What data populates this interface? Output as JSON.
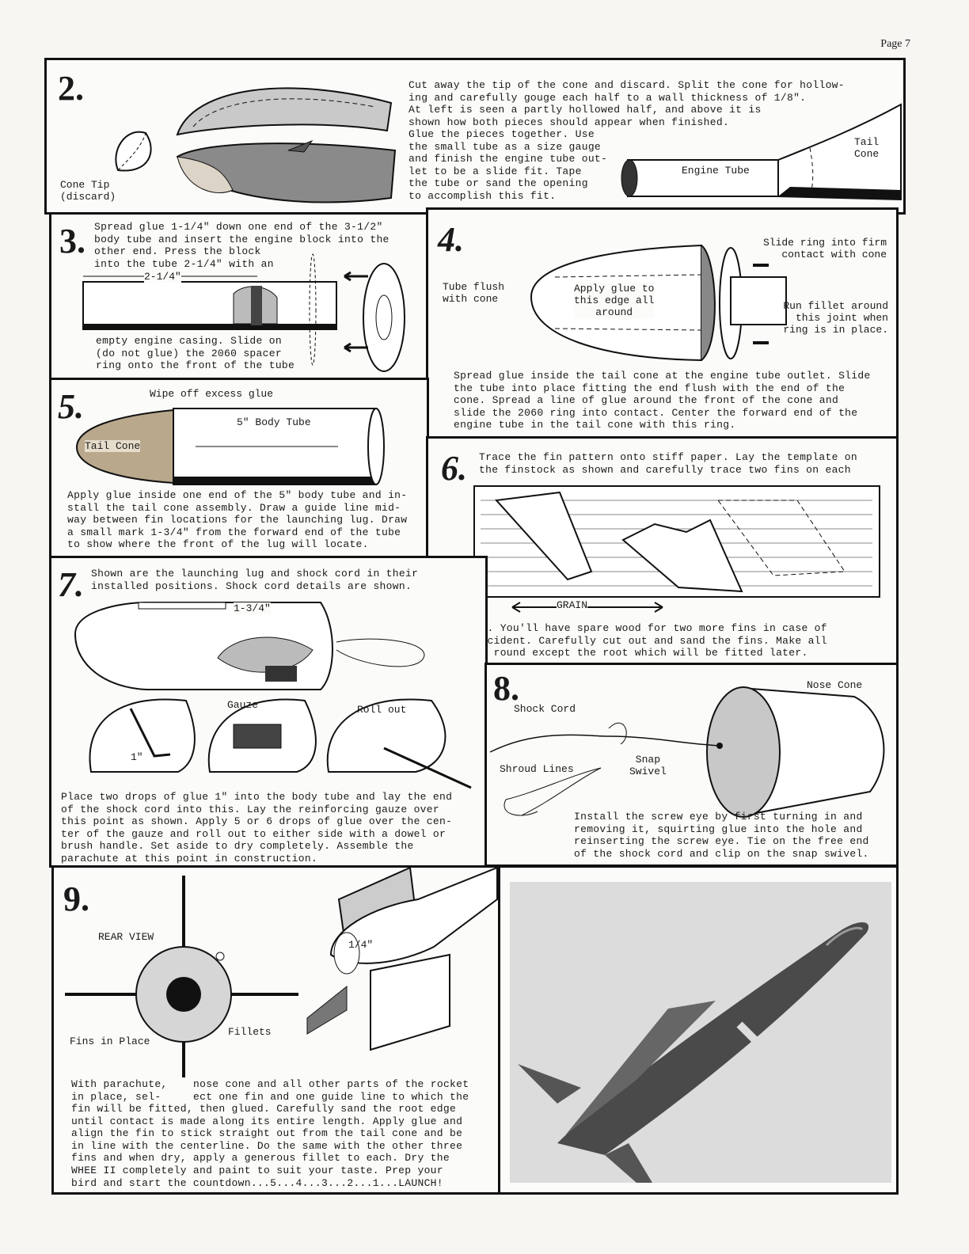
{
  "page": {
    "number": "Page 7"
  },
  "step2": {
    "number": "2.",
    "text": "Cut away the tip of the cone and discard.  Split the cone for hollow-\ning and carefully gouge each half to a wall thickness of 1/8\".\nAt left is seen a partly hollowed half, and above it is\nshown how both pieces should appear when finished.",
    "text2": "Glue the pieces together. Use\nthe small tube as a size gauge\nand finish the engine tube out-\nlet to be a slide fit.  Tape\nthe tube or sand the opening\nto accomplish this fit.",
    "cone_tip_label": "Cone Tip\n(discard)",
    "engine_tube_label": "Engine Tube",
    "tail_cone_label": "Tail\nCone"
  },
  "step3": {
    "number": "3.",
    "text": "Spread glue 1-1/4\" down one end of the 3-1/2\"\nbody tube and insert the engine block into the\nother end.  Press the block\ninto the tube 2-1/4\" with an",
    "text2": "empty engine casing.  Slide on\n(do not glue) the 2060 spacer\nring onto the front of the tube",
    "dim_label": "2-1/4\""
  },
  "step4": {
    "number": "4.",
    "slide_ring_label": "Slide ring into firm\ncontact with cone",
    "tube_flush_label": "Tube flush\nwith cone",
    "apply_glue_label": "Apply glue to\nthis edge all\naround",
    "run_fillet_label": "Run fillet around\nthis joint when\nring is in place.",
    "text": "Spread glue inside the tail cone at the engine tube outlet.  Slide\nthe tube into place fitting the end flush with the end of the\ncone.  Spread a line of glue around the front of the cone and\nslide the 2060 ring into contact.  Center the forward end of the\nengine tube in the tail cone with this ring."
  },
  "step5": {
    "number": "5.",
    "wipe_label": "Wipe off excess glue",
    "body_tube_label": "5\" Body Tube",
    "tail_cone_label": "Tail Cone",
    "text": "Apply glue inside one end of the 5\" body tube and in-\nstall the tail cone assembly.  Draw a guide line mid-\nway between fin locations for the launching lug.  Draw\na small mark 1-3/4\" from the forward end of the tube\nto show where the front of the lug will locate."
  },
  "step6": {
    "number": "6.",
    "text": "Trace the fin pattern onto stiff paper.  Lay the template on\nthe finstock as shown and carefully trace two fins on each",
    "grain_label": "GRAIN",
    "text2": "piece.  You'll have spare wood for two more fins in case of\nan accident.  Carefully cut out and sand the fins.  Make all\nedges round except the root which will be fitted later."
  },
  "step7": {
    "number": "7.",
    "text": "Shown are the launching lug and shock cord in their\ninstalled positions.  Shock cord details are shown.",
    "lug_dim": "1-3/4\"",
    "gauze_label": "Gauze",
    "rollout_label": "Roll out",
    "one_inch_label": "1\"",
    "text2": "Place two drops of glue 1\" into the body tube and lay the end\nof the shock cord into this.  Lay the reinforcing gauze over\nthis point as shown.  Apply 5 or 6 drops of glue over the cen-\nter of the gauze and roll out to either side with a dowel or\nbrush handle.  Set aside to dry completely.    Assemble  the\nparachute at this point in construction."
  },
  "step8": {
    "number": "8.",
    "nose_cone_label": "Nose Cone",
    "shock_cord_label": "Shock Cord",
    "shroud_label": "Shroud Lines",
    "snap_label": "Snap\nSwivel",
    "text": "Install the screw eye by first turning in and\nremoving it, squirting glue into the hole and\nreinserting the screw eye.  Tie on the free end\nof the shock cord and clip on the snap swivel."
  },
  "step9": {
    "number": "9.",
    "rear_view_label": "REAR VIEW",
    "quarter_label": "1/4\"",
    "fins_label": "Fins in Place",
    "fillets_label": "Fillets",
    "text_a": "With parachute,\nin place, sel-",
    "text_b": "nose cone and all other parts of the rocket\nect one fin and one guide line to which the",
    "text_c": "fin will be fitted, then glued.  Carefully sand the root edge\nuntil contact is made along its entire length.  Apply glue and\nalign the fin to stick straight out from the tail cone and be\nin line with the centerline.  Do the same with the other three\nfins and when dry, apply a generous fillet to each.  Dry the\nWHEE II completely and paint to suit your taste.  Prep your\nbird and start the countdown...5...4...3...2...1...LAUNCH!"
  }
}
